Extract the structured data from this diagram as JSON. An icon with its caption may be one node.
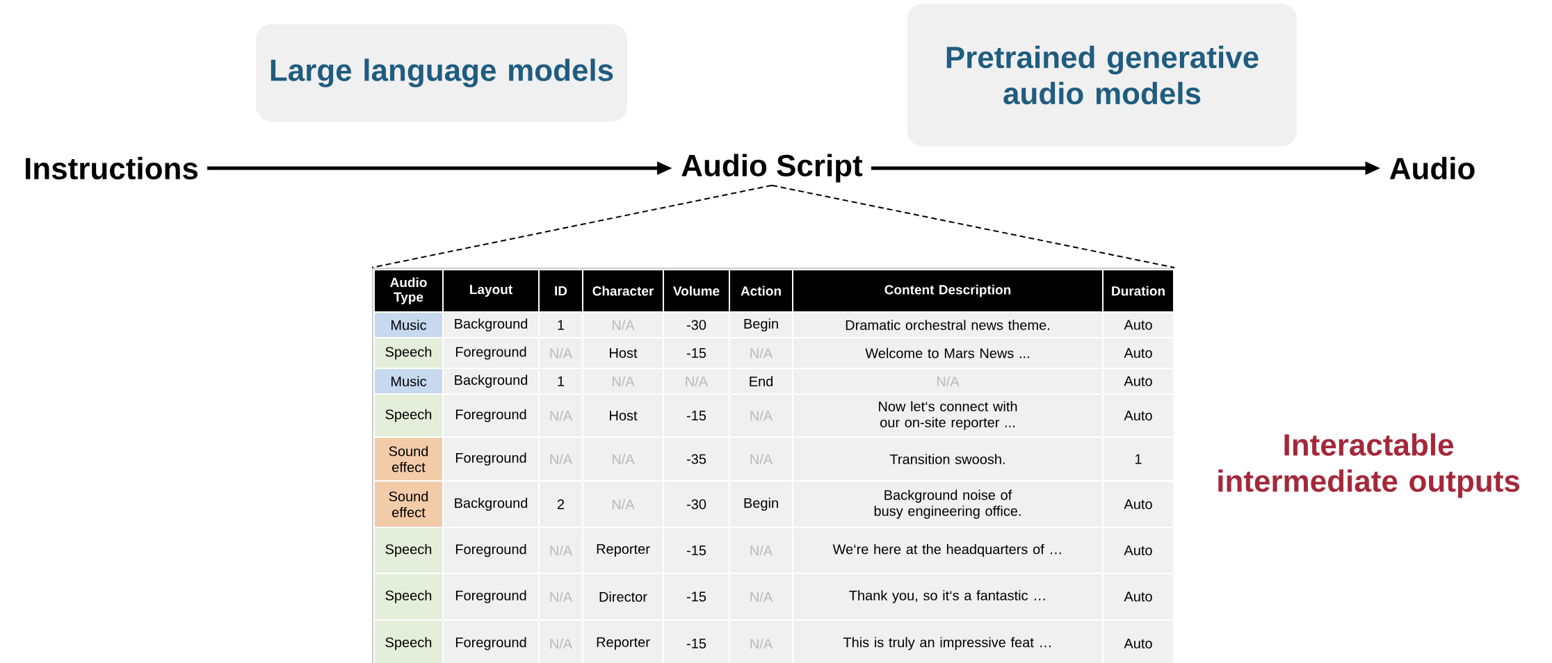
{
  "diagram": {
    "nodes": [
      {
        "text": [
          "Instructions"
        ]
      },
      {
        "text": [
          "Audio Script"
        ]
      },
      {
        "text": [
          "Audio"
        ]
      },
      {
        "text": [
          "Large language models"
        ]
      },
      {
        "text": [
          "Pretrained generative audio models"
        ]
      },
      {
        "text": [],
        "shape": "box"
      }
    ],
    "edges": [
      {
        "from": 0,
        "to": 1,
        "arrow": "to"
      },
      {
        "from": 1,
        "to": 2,
        "arrow": "to"
      },
      {
        "from": 1,
        "to": 5,
        "arrow": "none",
        "style": "dashed"
      }
    ],
    "labels": [
      "Audio Type",
      "Layout",
      "ID",
      "Character",
      "Volume",
      "Action",
      "Content Description",
      "Duration",
      "Music",
      "Background",
      "1",
      "N/A",
      "-30",
      "Begin",
      "Dramatic orchestral news theme.",
      "Auto",
      "Speech",
      "Foreground",
      "N/A",
      "Host",
      "-15",
      "N/A",
      "Welcome to Mars News ...",
      "Auto",
      "Music",
      "Background",
      "1",
      "N/A",
      "N/A",
      "End",
      "N/A",
      "Auto",
      "Speech",
      "Foreground",
      "N/A",
      "Host",
      "-15",
      "N/A",
      "Now let‘s connect with our on-site reporter ...",
      "Auto",
      "Sound effect",
      "Foreground",
      "N/A",
      "N/A",
      "-35",
      "N/A",
      "Transition swoosh.",
      "1",
      "Sound effect",
      "Background",
      "2",
      "N/A",
      "-30",
      "Begin",
      "Background noise of busy engineering office.",
      "Auto",
      "Speech",
      "Foreground",
      "N/A",
      "Reporter",
      "-15",
      "N/A",
      "We‘re here at the headquarters of …",
      "Auto",
      "Speech",
      "Foreground",
      "N/A",
      "Director",
      "-15",
      "N/A",
      "Thank you, so it‘s a fantastic …",
      "Auto",
      "Speech",
      "Foreground",
      "N/A",
      "Reporter",
      "-15",
      "N/A",
      "This is truly an impressive feat …",
      "Auto",
      "Interactable intermediate outputs"
    ]
  }
}
